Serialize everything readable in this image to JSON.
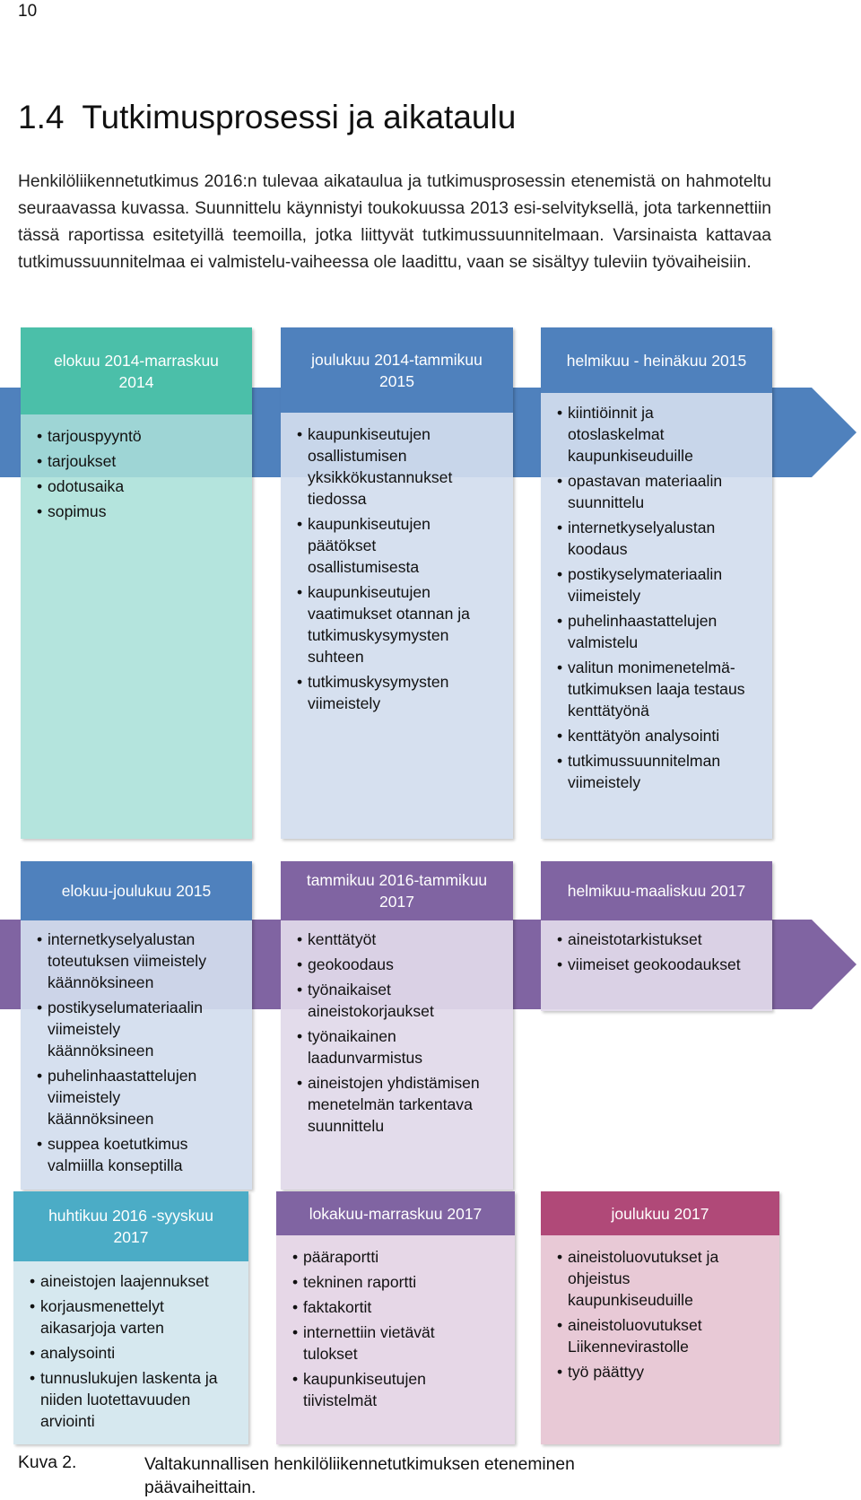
{
  "page_number": "10",
  "heading": "1.4  Tutkimusprosessi ja aikataulu",
  "intro": "Henkilöliikennetutkimus 2016:n tulevaa aikataulua ja tutkimusprosessin etenemistä on hahmoteltu seuraavassa kuvassa. Suunnittelu käynnistyi toukokuussa 2013 esi-selvityksellä, jota tarkennettiin tässä raportissa esitetyillä teemoilla, jotka liittyvät tutkimussuunnitelmaan. Varsinaista kattavaa tutkimussuunnitelmaa ei valmistelu-vaiheessa ole laadittu, vaan se sisältyy tuleviin työvaiheisiin.",
  "colors": {
    "row1_arrow": "#4f81bd",
    "row2_arrow": "#8064a2",
    "teal": "#4bbfa9",
    "blue": "#4f81bd",
    "purple": "#8064a2",
    "cyan": "#4bacc6",
    "magenta": "#b04978"
  },
  "phases": [
    {
      "title": "elokuu 2014-marraskuu\n2014",
      "items": [
        "tarjouspyyntö",
        "tarjoukset",
        "odotusaika",
        "sopimus"
      ]
    },
    {
      "title": "joulukuu 2014-tammikuu\n2015",
      "items": [
        "kaupunkiseutujen\nosallistumisen\nyksikkökustannukset\ntiedossa",
        "kaupunkiseutujen\npäätökset\nosallistumisesta",
        "kaupunkiseutujen\nvaatimukset otannan ja\ntutkimuskysymysten\nsuhteen",
        "tutkimuskysymysten\nviimeistely"
      ]
    },
    {
      "title": "helmikuu - heinäkuu 2015",
      "items": [
        "kiintiöinnit ja\notoslaskelmat\nkaupunkiseuduille",
        "opastavan materiaalin\nsuunnittelu",
        "internetkyselyalustan\nkoodaus",
        "postikyselymateriaalin\nviimeistely",
        "puhelinhaastattelujen\nvalmistelu",
        "valitun monimenetelmä-\ntutkimuksen laaja testaus\nkenttätyönä",
        "kenttätyön analysointi",
        "tutkimussuunnitelman\nviimeistely"
      ]
    },
    {
      "title": "elokuu-joulukuu 2015",
      "items": [
        "internetkyselyalustan\ntoteutuksen viimeistely\nkäännöksineen",
        "postikyselumateriaalin\nviimeistely\nkäännöksineen",
        "puhelinhaastattelujen\nviimeistely\nkäännöksineen",
        "suppea koetutkimus\nvalmiilla konseptilla"
      ]
    },
    {
      "title": "tammikuu 2016-tammikuu\n2017",
      "items": [
        "kenttätyöt",
        "geokoodaus",
        "työnaikaiset\naineistokorjaukset",
        "työnaikainen\nlaadunvarmistus",
        "aineistojen yhdistämisen\nmenetelmän tarkentava\nsuunnittelu"
      ]
    },
    {
      "title": "helmikuu-maaliskuu 2017",
      "items": [
        "aineistotarkistukset",
        "viimeiset geokoodaukset"
      ]
    },
    {
      "title": "huhtikuu 2016 -syyskuu\n2017",
      "items": [
        "aineistojen laajennukset",
        "korjausmenettelyt\naikasarjoja varten",
        "analysointi",
        "tunnuslukujen laskenta ja\nniiden luotettavuuden\narviointi"
      ]
    },
    {
      "title": "lokakuu-marraskuu 2017",
      "items": [
        "pääraportti",
        "tekninen raportti",
        "faktakortit",
        "internettiin vietävät\ntulokset",
        "kaupunkiseutujen\ntiivistelmät"
      ]
    },
    {
      "title": "joulukuu 2017",
      "items": [
        "aineistoluovutukset ja\nohjeistus\nkaupunkiseuduille",
        "aineistoluovutukset\nLiikennevirastolle",
        "työ päättyy"
      ]
    }
  ],
  "caption": {
    "label": "Kuva 2.",
    "text": "Valtakunnallisen henkilöliikennetutkimuksen eteneminen päävaiheittain."
  }
}
